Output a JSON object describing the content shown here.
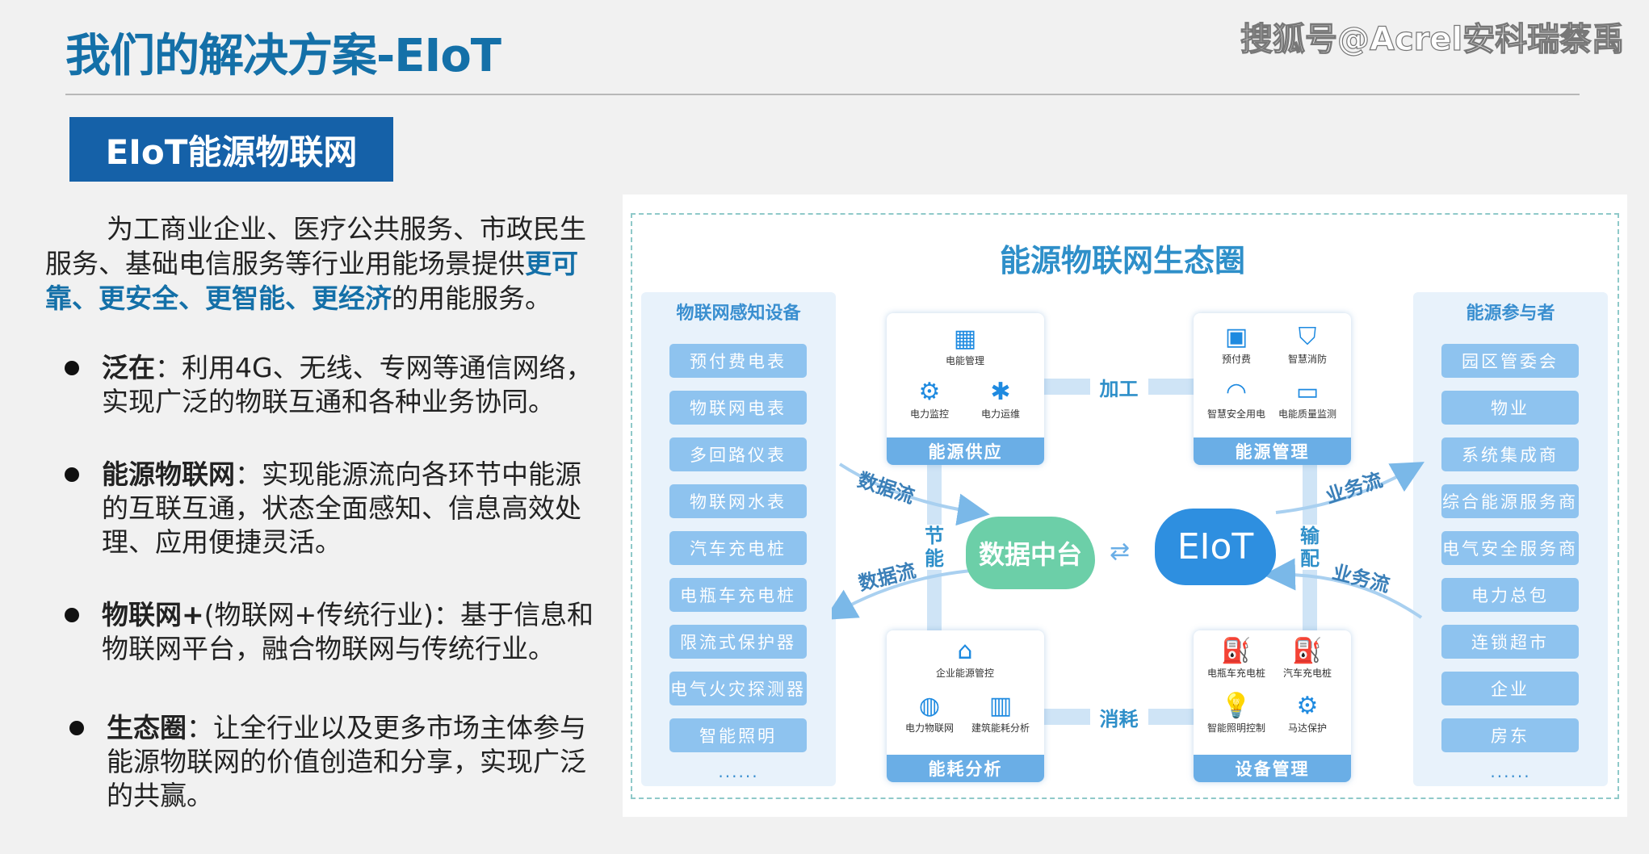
{
  "header": {
    "title": "我们的解决方案-EIoT",
    "watermark": "搜狐号@Acrel安科瑞蔡禹"
  },
  "section_tag": "EIoT能源物联网",
  "intro": {
    "pre": "为工商业企业、医疗公共服务、市政民生服务、基础电信服务等行业用能场景提供",
    "highlight": "更可靠、更安全、更智能、更经济",
    "post": "的用能服务。"
  },
  "bullets": [
    {
      "term": "泛在",
      "text": "：利用4G、无线、专网等通信网络，实现广泛的物联互通和各种业务协同。"
    },
    {
      "term": "能源物联网",
      "text": "：实现能源流向各环节中能源的互联互通，状态全面感知、信息高效处理、应用便捷灵活。"
    },
    {
      "term": "物联网+",
      "text": "(物联网+传统行业)：基于信息和物联网平台，融合物联网与传统行业。"
    },
    {
      "term": "生态圈",
      "text": "：让全行业以及更多市场主体参与能源物联网的价值创造和分享，实现广泛的共赢。"
    }
  ],
  "diagram": {
    "title": "能源物联网生态圈",
    "left_column": {
      "title": "物联网感知设备",
      "items": [
        "预付费电表",
        "物联网电表",
        "多回路仪表",
        "物联网水表",
        "汽车充电桩",
        "电瓶车充电桩",
        "限流式保护器",
        "电气火灾探测器",
        "智能照明"
      ],
      "more": "......"
    },
    "right_column": {
      "title": "能源参与者",
      "items": [
        "园区管委会",
        "物业",
        "系统集成商",
        "综合能源服务商",
        "电气安全服务商",
        "电力总包",
        "连锁超市",
        "企业",
        "房东"
      ],
      "more": "......"
    },
    "boxes": {
      "supply": {
        "label": "能源供应",
        "items": [
          "电能管理",
          "电力监控",
          "电力运维"
        ]
      },
      "management": {
        "label": "能源管理",
        "items": [
          "预付费",
          "智慧消防",
          "智慧安全用电",
          "电能质量监测"
        ]
      },
      "analysis": {
        "label": "能耗分析",
        "items": [
          "企业能源管控",
          "电力物联网",
          "建筑能耗分析"
        ]
      },
      "equipment": {
        "label": "设备管理",
        "items": [
          "电瓶车充电桩",
          "汽车充电桩",
          "智能照明控制",
          "马达保护"
        ]
      }
    },
    "flows": {
      "process": "加工",
      "consume": "消耗",
      "save": "节能",
      "distribute": "输配",
      "data_in": "数据流",
      "data_out": "数据流",
      "biz_out": "业务流",
      "biz_in": "业务流"
    },
    "clouds": {
      "data_platform": "数据中台",
      "eiot": "EIoT",
      "exchange": "⇄"
    },
    "colors": {
      "accent": "#1470a8",
      "diagram_blue": "#6aaee6",
      "cloud_green": "#6ccfa8",
      "cloud_blue": "#2e8fe0"
    }
  }
}
